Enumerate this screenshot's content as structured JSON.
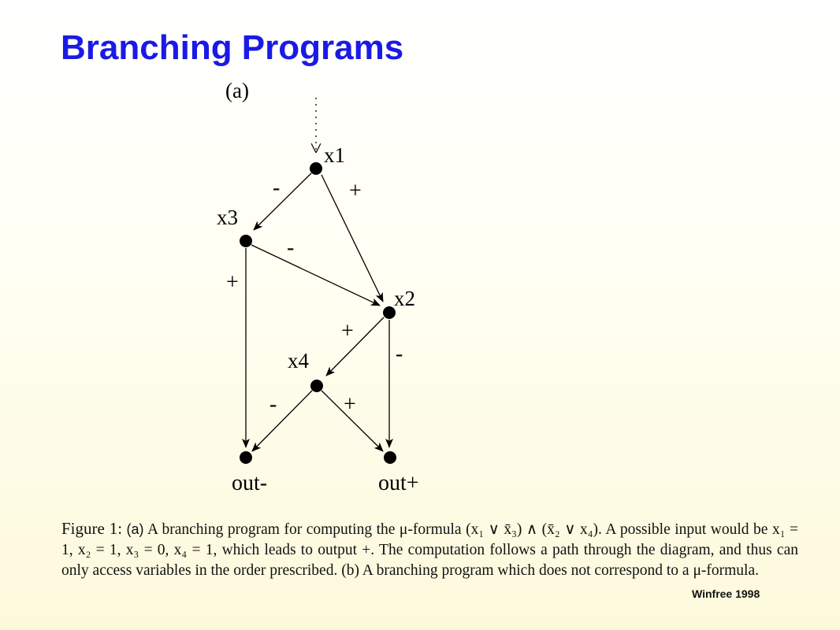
{
  "slide": {
    "title": "Branching Programs",
    "credit": "Winfree 1998"
  },
  "diagram": {
    "panel_label": "(a)",
    "nodes": {
      "x1": "x1",
      "x3": "x3",
      "x2": "x2",
      "x4": "x4",
      "out_minus": "out-",
      "out_plus": "out+"
    },
    "edge_labels": {
      "x1_to_x3": "-",
      "x1_to_x2": "+",
      "x3_to_x2": "-",
      "x3_to_out_minus": "+",
      "x2_to_x4": "+",
      "x2_to_out_plus": "-",
      "x4_to_out_minus": "-",
      "x4_to_out_plus": "+"
    }
  },
  "caption": {
    "figure_label": "Figure 1:",
    "panel_a_marker": "(a)",
    "text_1": " A branching program for computing the μ-formula (x₁ ∨ x̄₃) ∧ (x̄₂ ∨ x₄). A possible input would be x₁ = 1, x₂ = 1, x₃ = 0, x₄ = 1, which leads to output +. The computation follows a path through the diagram, and thus can only access variables in the order prescribed. ",
    "panel_b_marker": "(b)",
    "text_2": " A branching program which does not correspond to a μ-formula."
  },
  "colors": {
    "title": "#1a1ae6",
    "background_top": "#ffffff",
    "background_bottom": "#fdf9dc"
  }
}
